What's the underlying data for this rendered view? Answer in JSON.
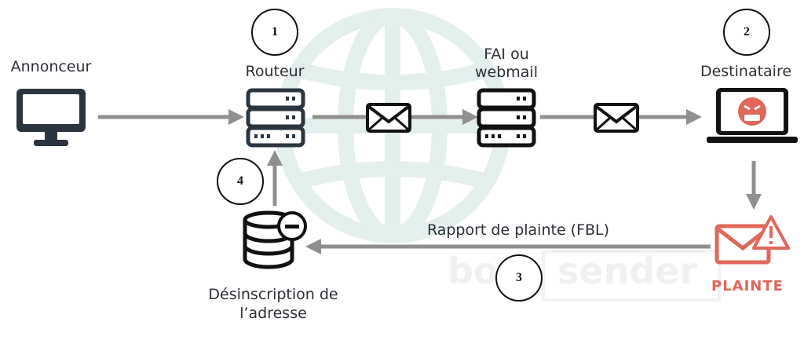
{
  "nodes": {
    "annonceur": "Annonceur",
    "routeur": "Routeur",
    "fai_line1": "FAI ou",
    "fai_line2": "webmail",
    "destinataire": "Destinataire",
    "plainte": "PLAINTE",
    "desinscription_line1": "Désinscription de",
    "desinscription_line2": "l’adresse"
  },
  "edges": {
    "feedback_label": "Rapport de plainte (FBL)"
  },
  "steps": [
    "1",
    "2",
    "3",
    "4"
  ],
  "watermark": {
    "part1": "bo",
    "part2": "sender"
  },
  "colors": {
    "icon_dark": "#2b3540",
    "arrow": "#8f8f8f",
    "plainte_red": "#e0675a",
    "globe": "#e3efec"
  }
}
